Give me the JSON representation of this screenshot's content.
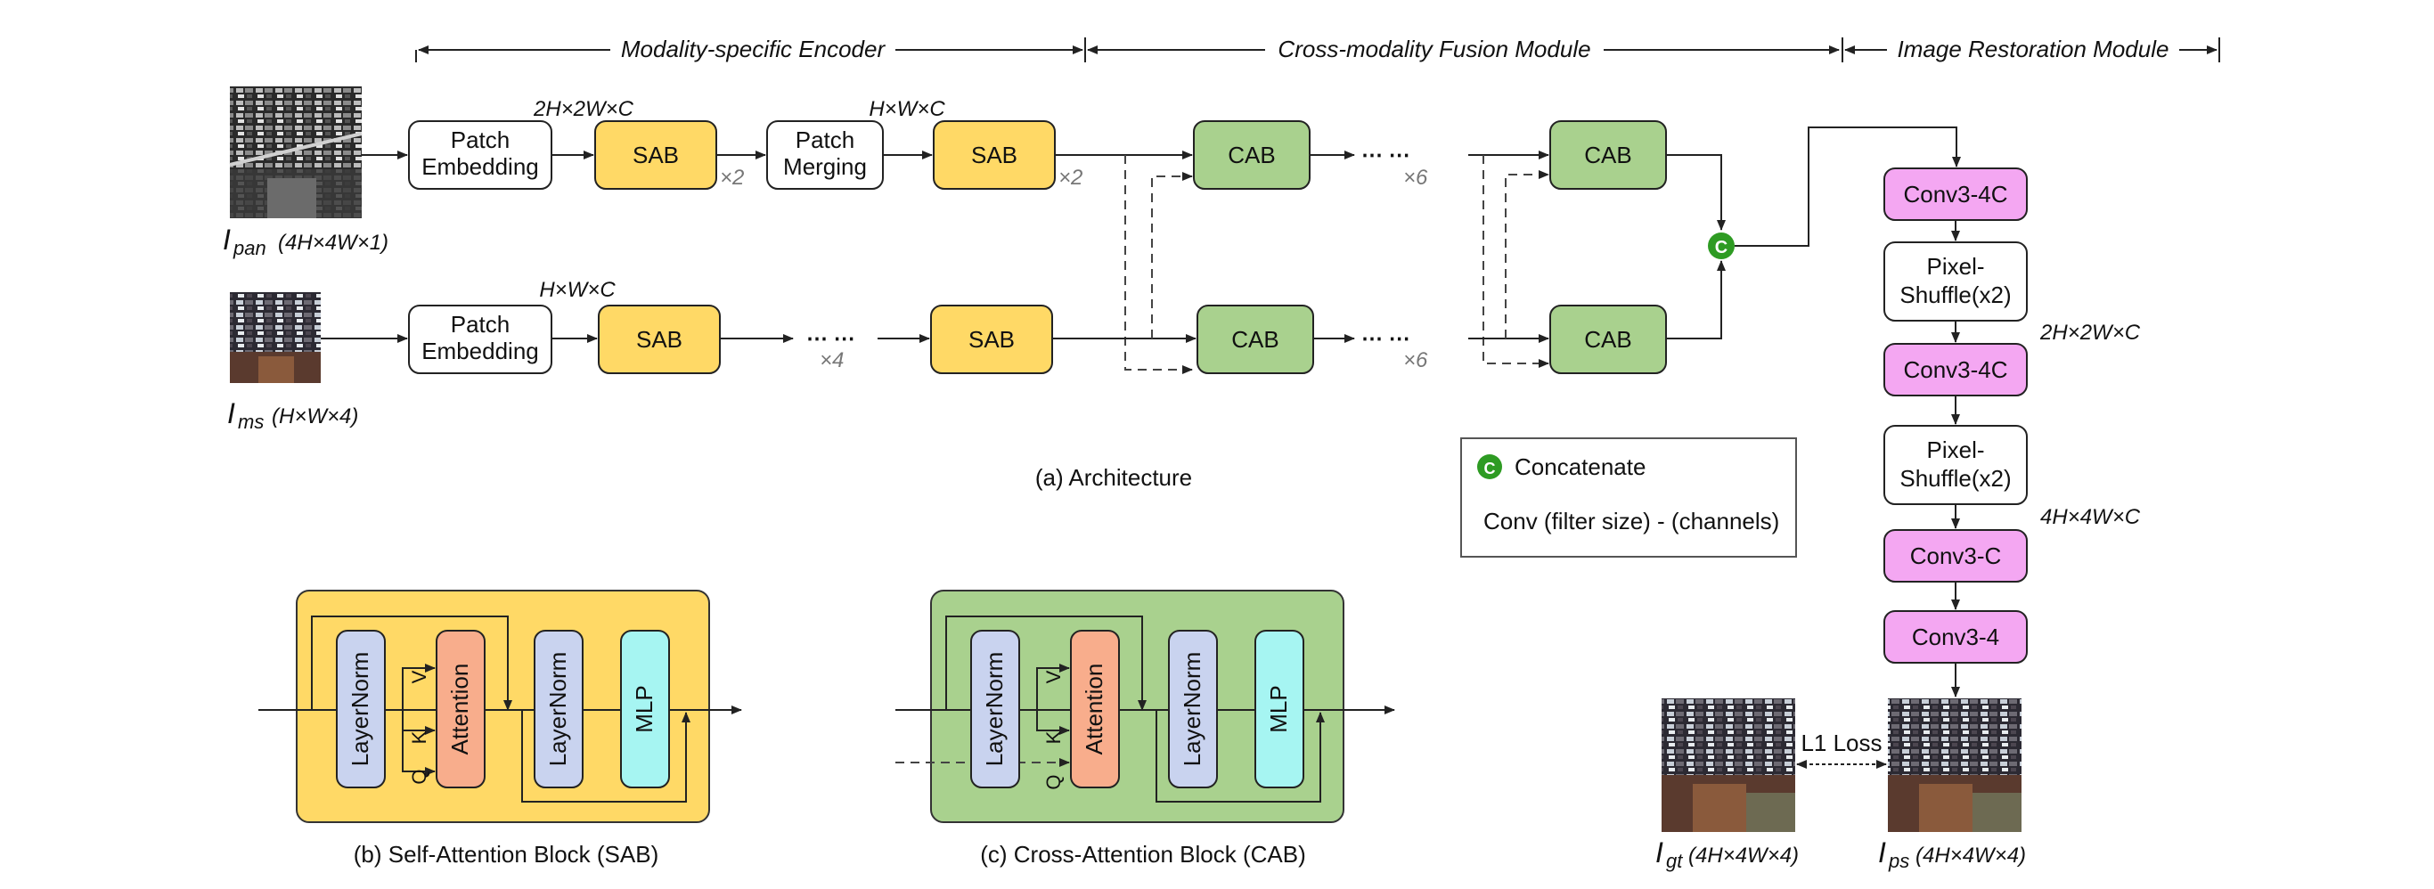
{
  "headers": {
    "encoder": "Modality-specific Encoder",
    "fusion": "Cross-modality Fusion Module",
    "restoration": "Image Restoration Module"
  },
  "inputs": {
    "pan_symbol": "I",
    "pan_sub": "pan",
    "pan_dims": "(4H×4W×1)",
    "ms_symbol": "I",
    "ms_sub": "ms",
    "ms_dims": "(H×W×4)"
  },
  "blocks": {
    "patch_embedding_1": "Patch",
    "patch_embedding_2": "Embedding",
    "patch_merging_1": "Patch",
    "patch_merging_2": "Merging",
    "sab": "SAB",
    "cab": "CAB",
    "conv3_4c": "Conv3-4C",
    "pixel_shuffle_1": "Pixel-",
    "pixel_shuffle_2": "Shuffle(x2)",
    "conv3_c": "Conv3-C",
    "conv3_4": "Conv3-4",
    "concat_symbol": "C"
  },
  "dims": {
    "d2h2wc": "2H×2W×C",
    "dhwc": "H×W×C",
    "d4h4wc": "4H×4W×C"
  },
  "repeats": {
    "x2": "×2",
    "x4": "×4",
    "x6": "×6",
    "ellipsis": "⋯ ⋯"
  },
  "captions": {
    "architecture": "(a) Architecture",
    "sab": "(b) Self-Attention Block (SAB)",
    "cab": "(c) Cross-Attention Block (CAB)"
  },
  "legend": {
    "concatenate": "Concatenate",
    "conv": "Conv (filter size) - (channels)"
  },
  "attention_block": {
    "layernorm": "LayerNorm",
    "attention": "Attention",
    "mlp": "MLP",
    "q": "Q",
    "k": "K",
    "v": "V"
  },
  "outputs": {
    "loss": "L1 Loss",
    "gt_symbol": "I",
    "gt_sub": "gt",
    "gt_dims": "(4H×4W×4)",
    "ps_symbol": "I",
    "ps_sub": "ps",
    "ps_dims": "(4H×4W×4)"
  },
  "colors": {
    "sab_fill": "#FFD966",
    "cab_fill": "#A9D18E",
    "conv_fill": "#F4A7F2",
    "layernorm_fill": "#C9D3EF",
    "attention_fill": "#F8AD8C",
    "mlp_fill": "#A6F5F2",
    "concat_fill": "#2E9B23"
  }
}
